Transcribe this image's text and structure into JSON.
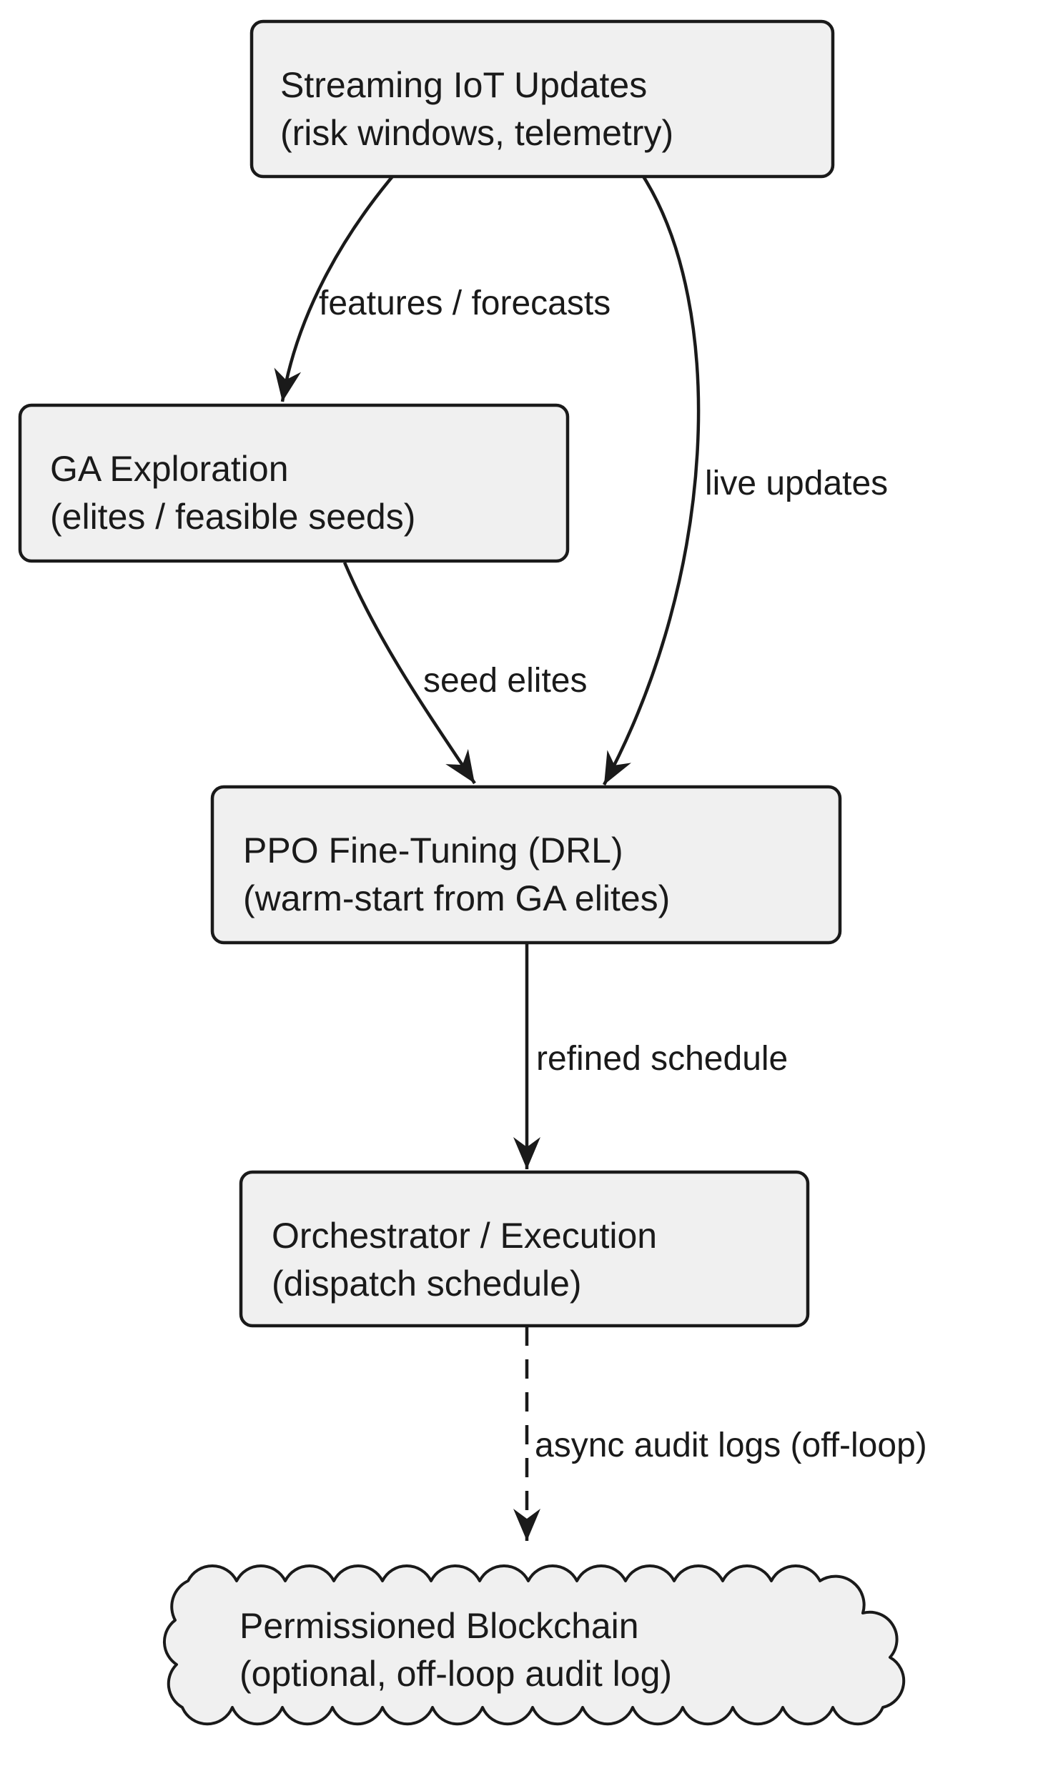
{
  "diagram": {
    "type": "flowchart",
    "background": "#ffffff",
    "colors": {
      "node_fill": "#f0f0f0",
      "node_stroke": "#1a1a1a",
      "edge_stroke": "#1a1a1a",
      "text": "#1a1a1a"
    },
    "nodes": {
      "iot": {
        "line1": "Streaming IoT Updates",
        "line2": "(risk windows, telemetry)",
        "shape": "rounded-rect"
      },
      "ga": {
        "line1": "GA Exploration",
        "line2": "(elites / feasible seeds)",
        "shape": "rounded-rect"
      },
      "ppo": {
        "line1": "PPO Fine-Tuning (DRL)",
        "line2": "(warm-start from GA elites)",
        "shape": "rounded-rect"
      },
      "orchestrator": {
        "line1": "Orchestrator / Execution",
        "line2": "(dispatch schedule)",
        "shape": "rounded-rect"
      },
      "blockchain": {
        "line1": "Permissioned Blockchain",
        "line2": "(optional, off-loop audit log)",
        "shape": "cloud"
      }
    },
    "edges": {
      "features": {
        "from": "iot",
        "to": "ga",
        "label": "features / forecasts",
        "style": "solid"
      },
      "live": {
        "from": "iot",
        "to": "ppo",
        "label": "live updates",
        "style": "solid"
      },
      "seed": {
        "from": "ga",
        "to": "ppo",
        "label": "seed elites",
        "style": "solid"
      },
      "refined": {
        "from": "ppo",
        "to": "orchestrator",
        "label": "refined schedule",
        "style": "solid"
      },
      "audit": {
        "from": "orchestrator",
        "to": "blockchain",
        "label": "async audit logs (off-loop)",
        "style": "dashed"
      }
    }
  }
}
